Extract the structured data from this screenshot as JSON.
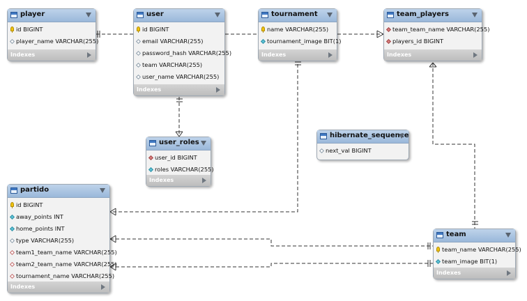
{
  "diagram": {
    "tables": [
      {
        "id": "player",
        "title": "player",
        "footer": "Indexes",
        "columns": [
          {
            "text": "id BIGINT",
            "icon": "key"
          },
          {
            "text": "player_name VARCHAR(255)",
            "icon": "empty"
          }
        ]
      },
      {
        "id": "user",
        "title": "user",
        "footer": "Indexes",
        "columns": [
          {
            "text": "id BIGINT",
            "icon": "key"
          },
          {
            "text": "email VARCHAR(255)",
            "icon": "empty"
          },
          {
            "text": "password_hash VARCHAR(255)",
            "icon": "empty"
          },
          {
            "text": "team VARCHAR(255)",
            "icon": "empty"
          },
          {
            "text": "user_name VARCHAR(255)",
            "icon": "empty"
          }
        ]
      },
      {
        "id": "tournament",
        "title": "tournament",
        "footer": "Indexes",
        "columns": [
          {
            "text": "name VARCHAR(255)",
            "icon": "key"
          },
          {
            "text": "tournament_image BIT(1)",
            "icon": "cyan"
          }
        ]
      },
      {
        "id": "team_players",
        "title": "team_players",
        "footer": "Indexes",
        "columns": [
          {
            "text": "team_team_name VARCHAR(255)",
            "icon": "red"
          },
          {
            "text": "players_id BIGINT",
            "icon": "red"
          }
        ]
      },
      {
        "id": "user_roles",
        "title": "user_roles",
        "footer": "Indexes",
        "columns": [
          {
            "text": "user_id BIGINT",
            "icon": "red"
          },
          {
            "text": "roles VARCHAR(255)",
            "icon": "cyan"
          }
        ]
      },
      {
        "id": "hibernate_sequence",
        "title": "hibernate_sequence",
        "footer": "",
        "columns": [
          {
            "text": "next_val BIGINT",
            "icon": "empty"
          }
        ]
      },
      {
        "id": "partido",
        "title": "partido",
        "footer": "Indexes",
        "columns": [
          {
            "text": "id BIGINT",
            "icon": "key"
          },
          {
            "text": "away_points INT",
            "icon": "cyan"
          },
          {
            "text": "home_points INT",
            "icon": "cyan"
          },
          {
            "text": "type VARCHAR(255)",
            "icon": "empty"
          },
          {
            "text": "team1_team_name VARCHAR(255)",
            "icon": "red-outline"
          },
          {
            "text": "team2_team_name VARCHAR(255)",
            "icon": "red-outline"
          },
          {
            "text": "tournament_name VARCHAR(255)",
            "icon": "red-outline"
          }
        ]
      },
      {
        "id": "team",
        "title": "team",
        "footer": "Indexes",
        "columns": [
          {
            "text": "team_name VARCHAR(255)",
            "icon": "key"
          },
          {
            "text": "team_image BIT(1)",
            "icon": "cyan"
          }
        ]
      }
    ],
    "relationships": [
      {
        "from": "player",
        "to": "user",
        "from_end": "one-mandatory",
        "to_end": "none"
      },
      {
        "from": "user",
        "to": "tournament",
        "from_end": "none",
        "to_end": "none"
      },
      {
        "from": "tournament",
        "to": "team_players",
        "from_end": "none",
        "to_end": "many"
      },
      {
        "from": "team_players",
        "to": "team",
        "from_end": "many",
        "to_end": "one-mandatory"
      },
      {
        "from": "user",
        "to": "user_roles",
        "from_end": "one-mandatory",
        "to_end": "many"
      },
      {
        "from": "tournament",
        "to": "partido",
        "from_end": "one-mandatory",
        "to_end": "many"
      },
      {
        "from": "partido",
        "to": "team",
        "from_end": "many",
        "to_end": "one-mandatory"
      },
      {
        "from": "partido",
        "to": "team",
        "from_end": "many",
        "to_end": "one-mandatory"
      }
    ]
  }
}
